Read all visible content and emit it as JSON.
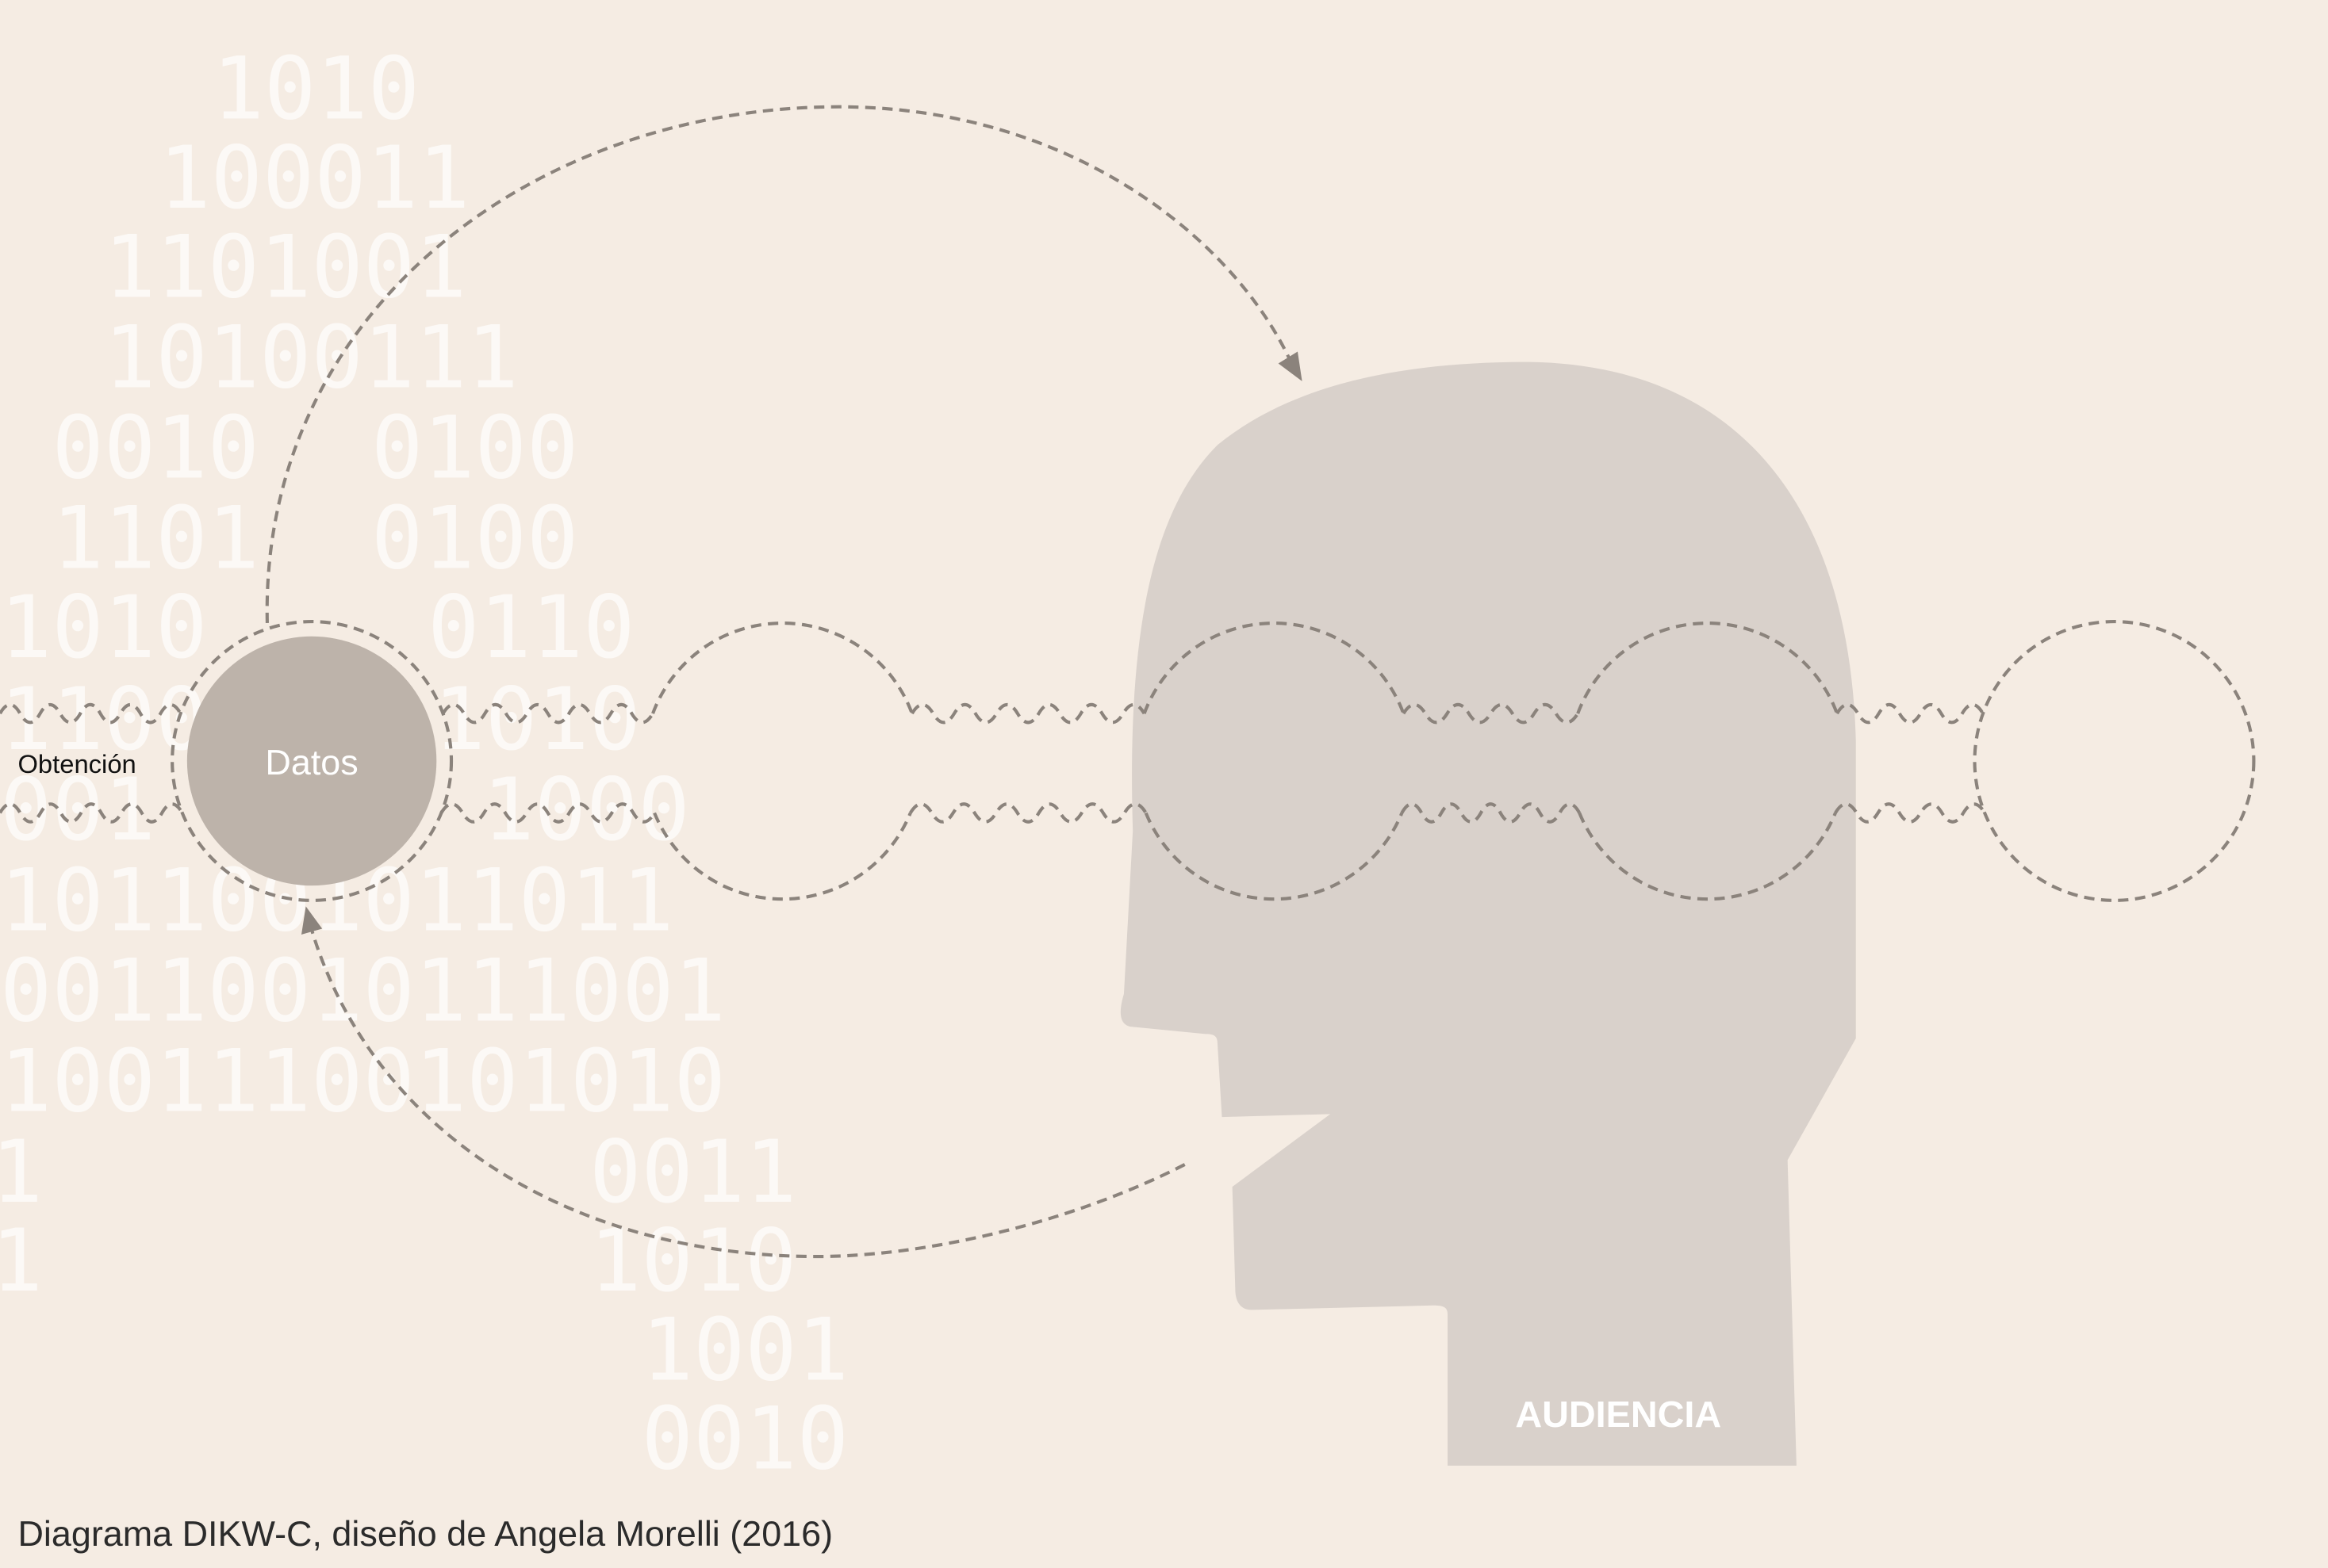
{
  "diagram": {
    "caption": "Diagrama DIKW-C, diseño de Angela Morelli (2016)",
    "nodes": {
      "datos": "Datos",
      "audiencia": "AUDIENCIA"
    },
    "edge_labels": {
      "obtencion": "Obtención"
    },
    "binary_digits": [
      "1010",
      "100011",
      "1101001",
      "10100111",
      "0010",
      "0100",
      "1101",
      "0100",
      "1010",
      "0110",
      "1100",
      "1010",
      "001",
      "1000",
      "1011001011011",
      "00110010111001",
      "10011100101010",
      "1",
      "0011",
      "1",
      "1010",
      "1001",
      "0010"
    ]
  },
  "colors": {
    "background": "#f5ece3",
    "binary_digits": "#fcf9f6",
    "head": "#d9d1cb",
    "datos_node": "#bdb3aa",
    "dashed_lines": "#8b837c",
    "node_label": "#ffffff",
    "edge_label": "#111111",
    "caption": "#2b2b2b"
  }
}
